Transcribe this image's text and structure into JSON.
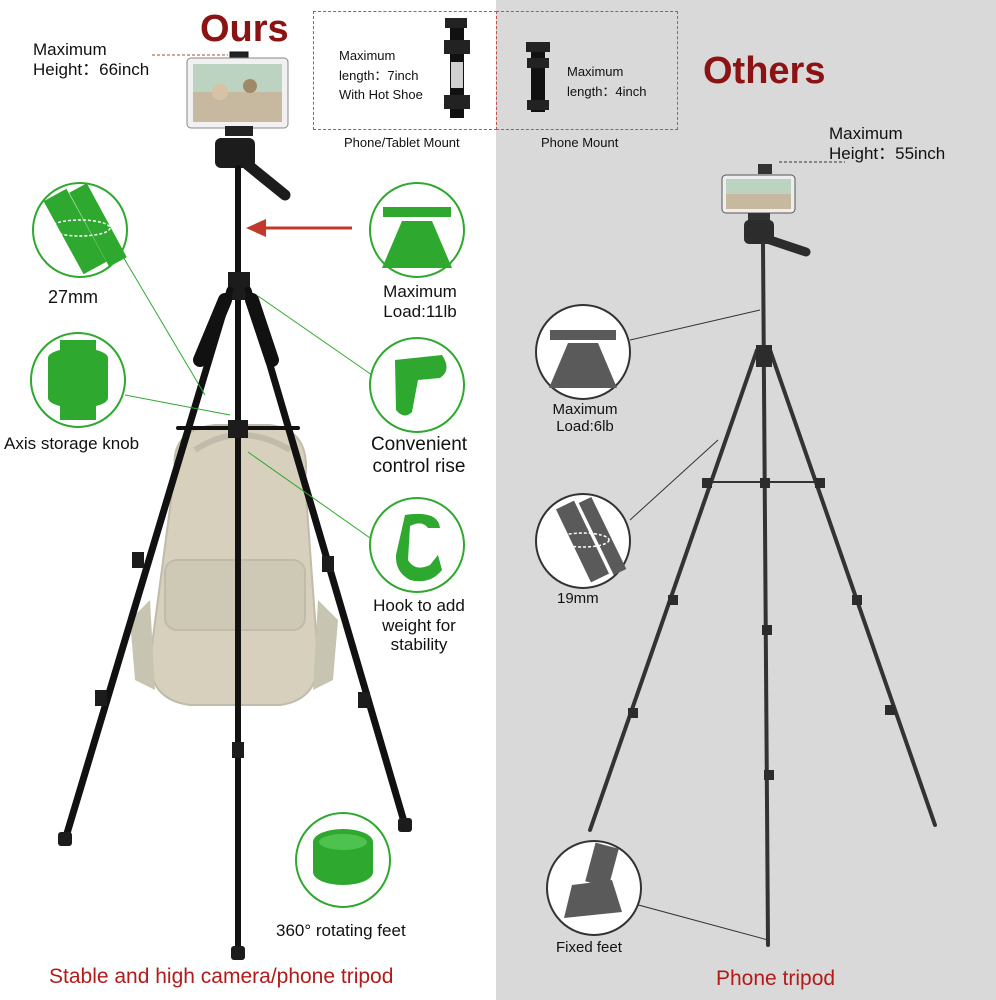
{
  "left_panel": {
    "title": "Ours",
    "max_height": {
      "line1": "Maximum",
      "line2": "Height：66inch"
    },
    "tablet_mount": {
      "line1": "Maximum",
      "line2": "length：7inch",
      "line3": "With Hot Shoe",
      "caption": "Phone/Tablet Mount"
    },
    "features": {
      "tube": "27mm",
      "knob": "Axis storage knob",
      "load": {
        "line1": "Maximum",
        "line2": "Load:11lb"
      },
      "rise": {
        "line1": "Convenient",
        "line2": "control rise"
      },
      "hook": {
        "line1": "Hook to add",
        "line2": "weight for",
        "line3": "stability"
      },
      "feet": "360° rotating feet"
    },
    "caption": "Stable and high camera/phone tripod"
  },
  "right_panel": {
    "title": "Others",
    "max_height": {
      "line1": "Maximum",
      "line2": "Height：55inch"
    },
    "phone_mount": {
      "line1": "Maximum",
      "line2": "length：4inch",
      "caption": "Phone Mount"
    },
    "features": {
      "load": {
        "line1": "Maximum",
        "line2": "Load:6lb"
      },
      "tube": "19mm",
      "feet": "Fixed feet"
    },
    "caption": "Phone tripod"
  },
  "colors": {
    "accent_green": "#2ea82e",
    "dark_gray": "#5a5a5a",
    "title_red": "#8b1313",
    "caption_red": "#b31b1b",
    "arrow_red": "#c0392b"
  }
}
